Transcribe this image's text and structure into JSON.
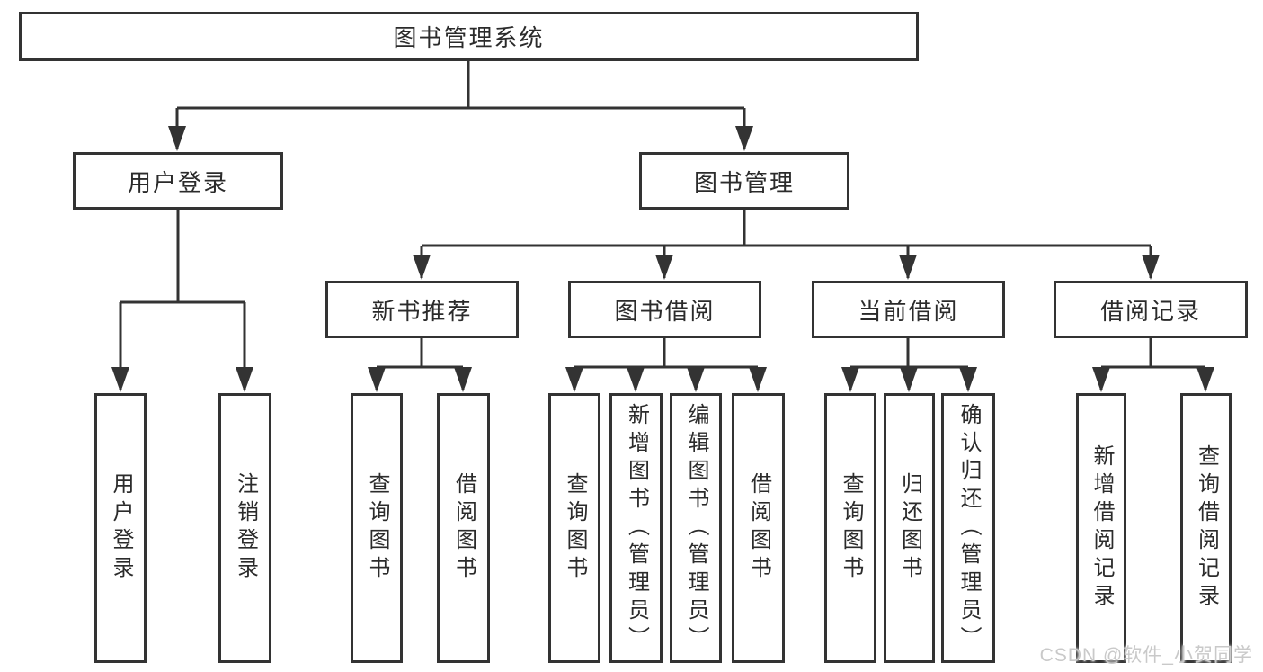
{
  "tree": {
    "root": {
      "label": "图书管理系统",
      "children": [
        {
          "label": "用户登录",
          "children": [
            {
              "label": "用户登录"
            },
            {
              "label": "注销登录"
            }
          ]
        },
        {
          "label": "图书管理",
          "children": [
            {
              "label": "新书推荐",
              "children": [
                {
                  "label": "查询图书"
                },
                {
                  "label": "借阅图书"
                }
              ]
            },
            {
              "label": "图书借阅",
              "children": [
                {
                  "label": "查询图书"
                },
                {
                  "label": "新增图书（管理员）"
                },
                {
                  "label": "编辑图书（管理员）"
                },
                {
                  "label": "借阅图书"
                }
              ]
            },
            {
              "label": "当前借阅",
              "children": [
                {
                  "label": "查询图书"
                },
                {
                  "label": "归还图书"
                },
                {
                  "label": "确认归还（管理员）"
                }
              ]
            },
            {
              "label": "借阅记录",
              "children": [
                {
                  "label": "新增借阅记录"
                },
                {
                  "label": "查询借阅记录"
                }
              ]
            }
          ]
        }
      ]
    }
  },
  "watermark": {
    "text": "CSDN @软件_小贺同学"
  },
  "colors": {
    "line": "#333333",
    "box_border": "#333333",
    "text": "#2b2b2b",
    "watermark": "#c9c9c9",
    "background": "#ffffff"
  }
}
